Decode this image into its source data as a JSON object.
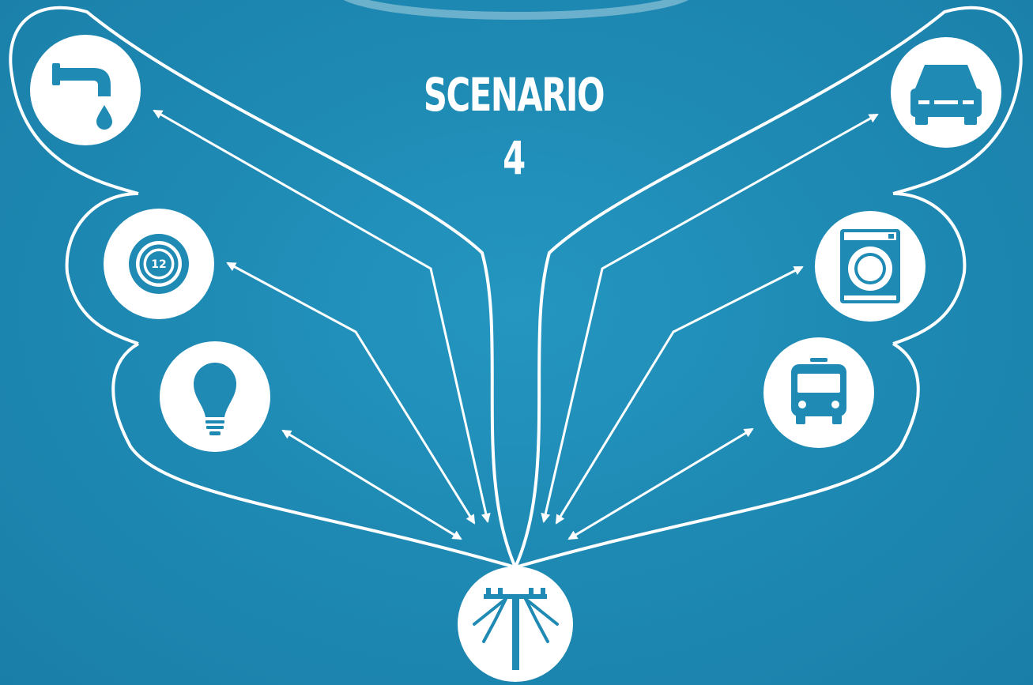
{
  "diagram": {
    "title": "SCENARIO 4",
    "thermostat_display": "12",
    "colors": {
      "background": "#1f8ab4",
      "foreground": "#ffffff"
    },
    "hub": {
      "icon": "power-pole-icon"
    },
    "nodes": [
      {
        "id": "water",
        "icon": "water-tap-icon"
      },
      {
        "id": "thermostat",
        "icon": "thermostat-icon"
      },
      {
        "id": "lighting",
        "icon": "light-bulb-icon"
      },
      {
        "id": "car",
        "icon": "car-icon"
      },
      {
        "id": "laundry",
        "icon": "washing-machine-icon"
      },
      {
        "id": "bus",
        "icon": "bus-icon"
      }
    ]
  }
}
